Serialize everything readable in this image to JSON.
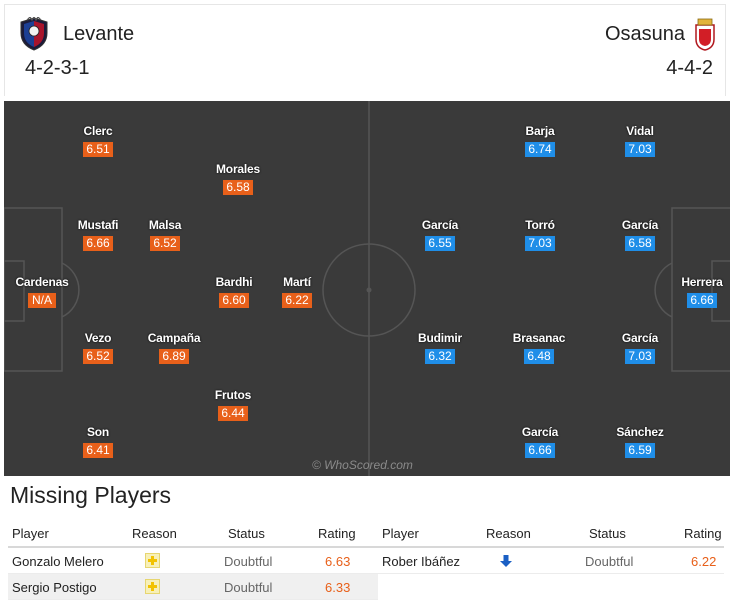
{
  "header": {
    "home": {
      "name": "Levante",
      "formation": "4-2-3-1"
    },
    "away": {
      "name": "Osasuna",
      "formation": "4-4-2"
    }
  },
  "pitch": {
    "watermark": "© WhoScored.com",
    "home_players": [
      {
        "name": "Clerc",
        "rating": "6.51"
      },
      {
        "name": "Morales",
        "rating": "6.58"
      },
      {
        "name": "Mustafi",
        "rating": "6.66"
      },
      {
        "name": "Malsa",
        "rating": "6.52"
      },
      {
        "name": "Cardenas",
        "rating": "N/A"
      },
      {
        "name": "Bardhi",
        "rating": "6.60"
      },
      {
        "name": "Martí",
        "rating": "6.22"
      },
      {
        "name": "Vezo",
        "rating": "6.52"
      },
      {
        "name": "Campaña",
        "rating": "6.89"
      },
      {
        "name": "Frutos",
        "rating": "6.44"
      },
      {
        "name": "Son",
        "rating": "6.41"
      }
    ],
    "away_players": [
      {
        "name": "Barja",
        "rating": "6.74"
      },
      {
        "name": "Vidal",
        "rating": "7.03"
      },
      {
        "name": "García",
        "rating": "6.55"
      },
      {
        "name": "Torró",
        "rating": "7.03"
      },
      {
        "name": "García",
        "rating": "6.58"
      },
      {
        "name": "Herrera",
        "rating": "6.66"
      },
      {
        "name": "Budimir",
        "rating": "6.32"
      },
      {
        "name": "Brasanac",
        "rating": "6.48"
      },
      {
        "name": "García",
        "rating": "7.03"
      },
      {
        "name": "García",
        "rating": "6.66"
      },
      {
        "name": "Sánchez",
        "rating": "6.59"
      }
    ]
  },
  "missing": {
    "title": "Missing Players",
    "columns": {
      "player": "Player",
      "reason": "Reason",
      "status": "Status",
      "rating": "Rating"
    },
    "home": [
      {
        "player": "Gonzalo Melero",
        "reason_icon": "injury-icon",
        "status": "Doubtful",
        "rating": "6.63"
      },
      {
        "player": "Sergio Postigo",
        "reason_icon": "injury-icon",
        "status": "Doubtful",
        "rating": "6.33"
      }
    ],
    "away": [
      {
        "player": "Rober Ibáñez",
        "reason_icon": "arrow-down-icon",
        "status": "Doubtful",
        "rating": "6.22"
      }
    ]
  },
  "colors": {
    "home_rating": "#e8601a",
    "away_rating": "#1f8ee8",
    "pitch": "#3a3a3a"
  }
}
